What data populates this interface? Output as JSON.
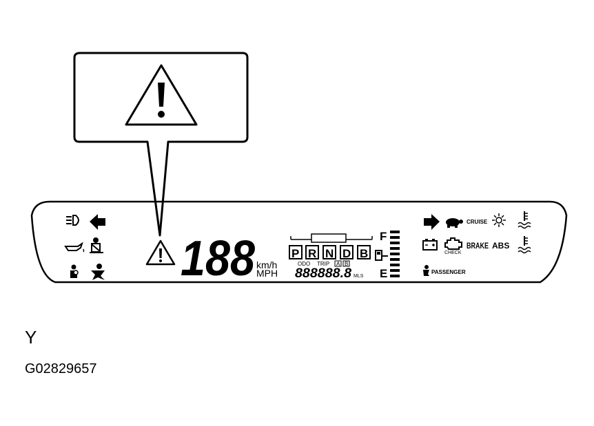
{
  "callout": {
    "icon": "warning-triangle-icon"
  },
  "cluster": {
    "left_icons": [
      "headlight-icon",
      "turn-left-arrow-icon",
      "oil-pressure-icon",
      "seatbelt-icon",
      "airbag-icon",
      "airbag-passenger-icon"
    ],
    "master_warning_icon": "warning-triangle-icon",
    "speed": {
      "value": "188",
      "unit_top": "km/h",
      "unit_bottom": "MPH"
    },
    "gear_selector": {
      "positions": [
        "P",
        "R",
        "N",
        "D",
        "B"
      ]
    },
    "odometer": {
      "label_odo": "ODO",
      "label_trip": "TRIP",
      "label_a": "A",
      "label_b": "B",
      "digits": "888888.8",
      "unit": "MLS"
    },
    "fuel_gauge": {
      "full_label": "F",
      "empty_label": "E",
      "icon": "fuel-pump-icon"
    },
    "right_icons": {
      "turn_right_icon": "turn-right-arrow-icon",
      "eco_icon": "turtle-icon",
      "cruise_label": "CRUISE",
      "sun_icon": "sun-icon",
      "coolant_icon": "coolant-temp-icon",
      "battery_icon": "battery-icon",
      "check_label": "CHECK",
      "brake_label": "BRAKE",
      "abs_label": "ABS",
      "passenger_label": "PASSENGER"
    }
  },
  "caption": {
    "letter": "Y",
    "figure_id": "G02829657"
  }
}
